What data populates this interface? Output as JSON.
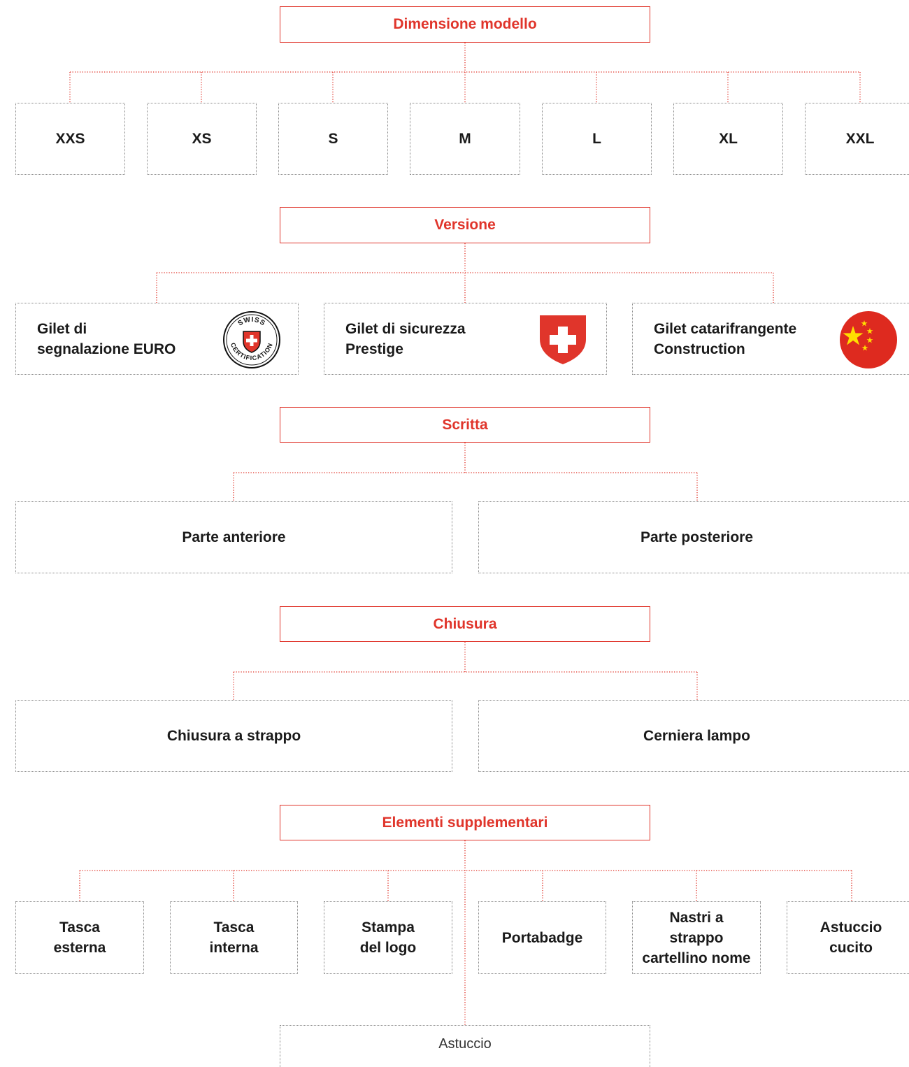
{
  "colors": {
    "accent": "#e0352b",
    "border": "#8a8a8a",
    "text": "#1a1a1a"
  },
  "sections": {
    "size": {
      "title": "Dimensione modello",
      "items": [
        "XXS",
        "XS",
        "S",
        "M",
        "L",
        "XL",
        "XXL"
      ]
    },
    "version": {
      "title": "Versione",
      "items": [
        {
          "line1": "Gilet di",
          "line2": "segnalazione EURO",
          "icon": "swiss-certification-seal-icon",
          "seal_top": "SWISS",
          "seal_bottom": "CERTIFICATION"
        },
        {
          "line1": "Gilet di sicurezza",
          "line2": "Prestige",
          "icon": "swiss-shield-icon"
        },
        {
          "line1": "Gilet catarifrangente",
          "line2": "Construction",
          "icon": "china-flag-icon"
        }
      ]
    },
    "lettering": {
      "title": "Scritta",
      "items": [
        "Parte anteriore",
        "Parte posteriore"
      ]
    },
    "closure": {
      "title": "Chiusura",
      "items": [
        "Chiusura a strappo",
        "Cerniera lampo"
      ]
    },
    "extras": {
      "title": "Elementi supplementari",
      "items": [
        {
          "lines": [
            "Tasca",
            "esterna"
          ]
        },
        {
          "lines": [
            "Tasca",
            "interna"
          ]
        },
        {
          "lines": [
            "Stampa",
            "del logo"
          ]
        },
        {
          "lines": [
            "Portabadge"
          ]
        },
        {
          "lines": [
            "Nastri a",
            "strappo",
            "cartellino nome"
          ]
        },
        {
          "lines": [
            "Astuccio",
            "cucito"
          ]
        }
      ],
      "bottom_item": "Astuccio"
    }
  }
}
